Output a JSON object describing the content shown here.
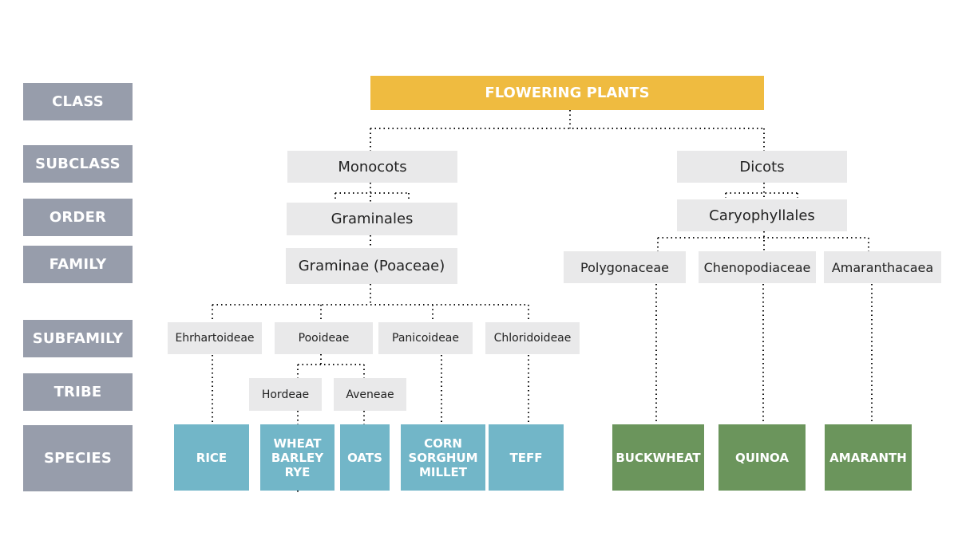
{
  "ranks": [
    "CLASS",
    "SUBCLASS",
    "ORDER",
    "FAMILY",
    "SUBFAMILY",
    "TRIBE",
    "SPECIES"
  ],
  "class": {
    "label": "FLOWERING PLANTS",
    "color": "#efbb40"
  },
  "subclass": {
    "monocots": "Monocots",
    "dicots": "Dicots"
  },
  "order": {
    "graminales": "Graminales",
    "caryophyllales": "Caryophyllales"
  },
  "family": {
    "graminae": "Graminae (Poaceae)",
    "polygonaceae": "Polygonaceae",
    "chenopodiaceae": "Chenopodiaceae",
    "amaranthacaea": "Amaranthacaea"
  },
  "subfamily": {
    "ehrhartoideae": "Ehrhartoideae",
    "pooideae": "Pooideae",
    "panicoideae": "Panicoideae",
    "chloridoideae": "Chloridoideae"
  },
  "tribe": {
    "hordeae": "Hordeae",
    "aveneae": "Aveneae"
  },
  "species": {
    "monocot_color": "#72b6c8",
    "dicot_color": "#6b955c",
    "rice": [
      "RICE"
    ],
    "wheat": [
      "WHEAT",
      "BARLEY",
      "RYE"
    ],
    "oats": [
      "OATS"
    ],
    "corn": [
      "CORN",
      "SORGHUM",
      "MILLET"
    ],
    "teff": [
      "TEFF"
    ],
    "buckwheat": [
      "BUCKWHEAT"
    ],
    "quinoa": [
      "QUINOA"
    ],
    "amaranth": [
      "AMARANTH"
    ]
  }
}
